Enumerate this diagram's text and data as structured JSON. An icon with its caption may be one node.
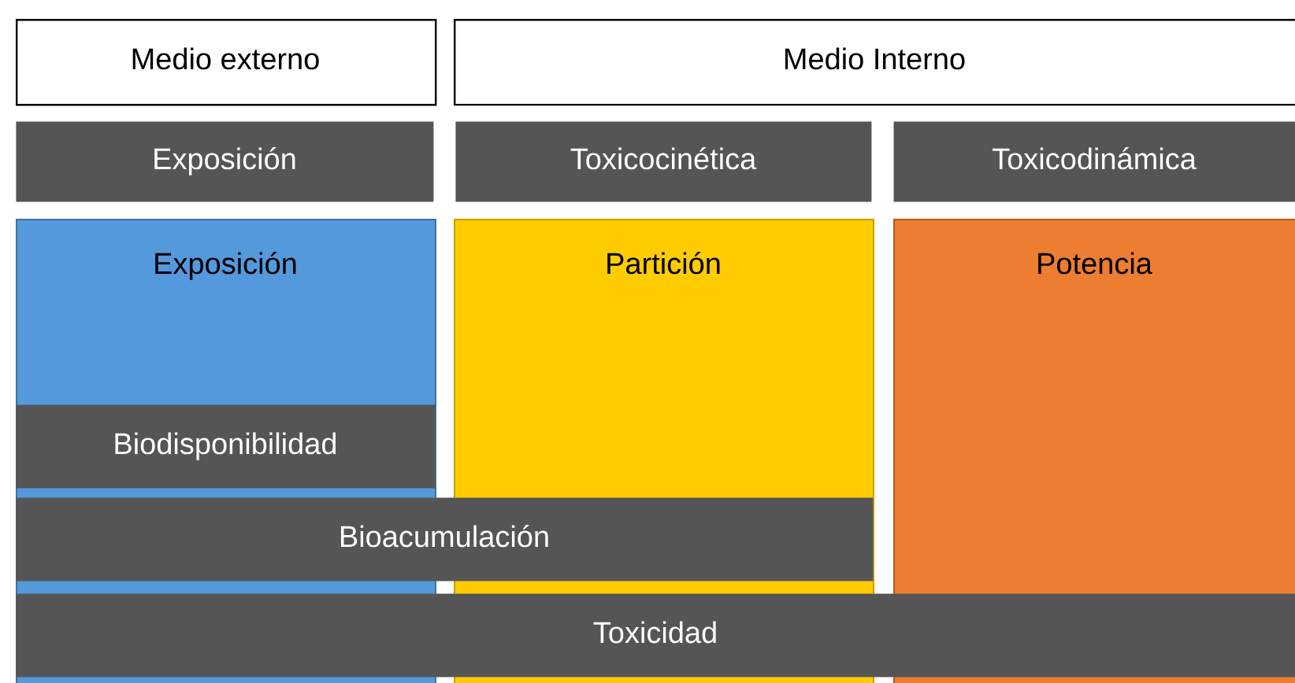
{
  "diagram": {
    "nodes": [
      {
        "text": [
          "Medio externo"
        ]
      },
      {
        "text": [
          "Medio Interno"
        ]
      },
      {
        "text": [
          "Exposición"
        ]
      },
      {
        "text": [
          "Toxicocinética"
        ]
      },
      {
        "text": [
          "Toxicodinámica"
        ]
      },
      {
        "text": [
          "Exposición"
        ]
      },
      {
        "text": [
          "Partición"
        ]
      },
      {
        "text": [
          "Potencia"
        ]
      },
      {
        "text": [
          "Biodisponibilidad"
        ],
        "in": 5
      },
      {
        "text": [
          "Bioacumulación"
        ]
      },
      {
        "text": [
          "Toxicidad"
        ]
      }
    ]
  }
}
